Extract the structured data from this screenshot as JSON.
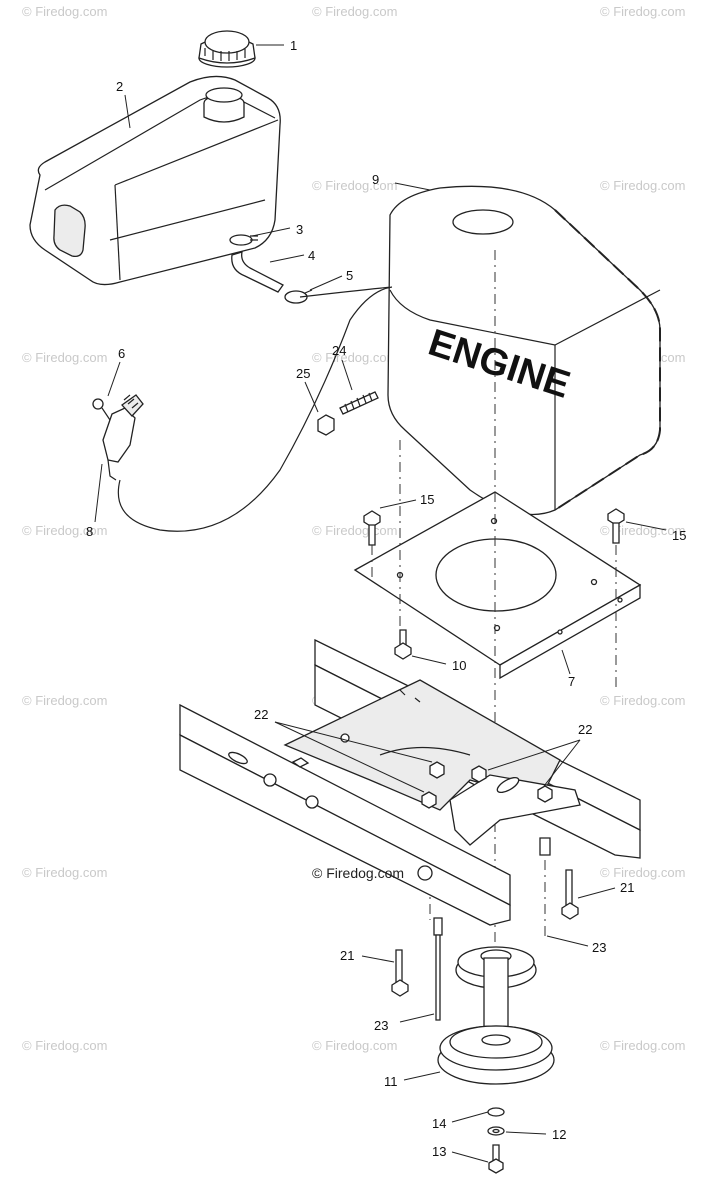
{
  "diagram": {
    "engine_label": "ENGINE",
    "center_watermark": "© Firedog.com",
    "watermark_text": "© Firedog.com",
    "callouts": {
      "c1": "1",
      "c2": "2",
      "c3": "3",
      "c4": "4",
      "c5": "5",
      "c6": "6",
      "c7": "7",
      "c8": "8",
      "c9": "9",
      "c10": "10",
      "c11": "11",
      "c12": "12",
      "c13": "13",
      "c14": "14",
      "c15a": "15",
      "c15b": "15",
      "c21a": "21",
      "c21b": "21",
      "c22a": "22",
      "c22b": "22",
      "c23a": "23",
      "c23b": "23",
      "c24": "24",
      "c25": "25"
    }
  }
}
